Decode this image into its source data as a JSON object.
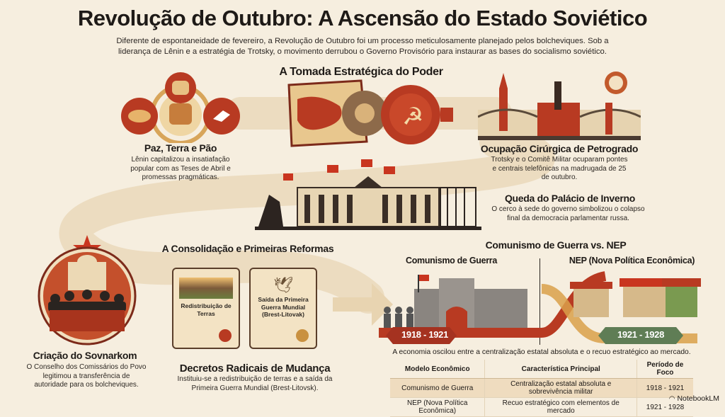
{
  "header": {
    "title": "Revolução de Outubro: A Ascensão do Estado Soviético",
    "subtitle": "Diferente de espontaneidade de fevereiro, a Revolução de Outubro foi um processo meticulosamente planejado pelos bolcheviques. Sob a liderança de Lênin e a estratégia de Trotsky, o movimento derrubou o Governo Provisório para instaurar as bases do socialismo soviético."
  },
  "section1": {
    "heading": "A Tomada Estratégica do Poder",
    "items": [
      {
        "title": "Paz, Terra e Pão",
        "text": "Lênin capitalizou a insatiafação popular com as Teses de Abril e promessas pragmáticas.",
        "icon": "bread-handshake-dove-icon"
      },
      {
        "title": "Ocupação Cirúrgica de Petrogrado",
        "text": "Trotsky e o Comitê Militar ocuparam pontes e centrais telefônicas na madrugada de 25 de outubro.",
        "icon": "city-skyline-icon"
      },
      {
        "title": "Queda do Palácio de Inverno",
        "text": "O cerco à sede do governo simbolizou o colapso final da democracia parlamentar russa.",
        "icon": "palace-icon"
      }
    ]
  },
  "section2": {
    "heading": "A Consolidação e Primeiras Reformas",
    "sovnarkom": {
      "title": "Criação do Sovnarkom",
      "text": "O Conselho dos Comissários do Povo legitimou a transferência de autoridade para os bolcheviques."
    },
    "scrolls": [
      {
        "label": "Redistribuição de Terras"
      },
      {
        "label": "Saída da Primeira Guerra Mundial (Brest-Litovak)"
      }
    ],
    "decrees": {
      "title": "Decretos Radicais de Mudança",
      "text": "Instituiu-se a redistribuição de terras e a saída da Primeira Guerra Mundial (Brest-Litovsk)."
    }
  },
  "section3": {
    "heading": "Comunismo de Guerra vs. NEP",
    "left": {
      "label": "Comunismo de Guerra",
      "period": "1918 - 1921"
    },
    "right": {
      "label": "NEP (Nova Política Econômica)",
      "period": "1921 - 1928"
    },
    "caption": "A economia oscilou entre a centralização estatal absoluta e o recuo estratégico ao mercado.",
    "table": {
      "headers": [
        "Modelo Econômico",
        "Característica Principal",
        "Período de Foco"
      ],
      "rows": [
        [
          "Comunismo de Guerra",
          "Centralização estatal absoluta e sobrevivência militar",
          "1918 - 1921"
        ],
        [
          "NEP (Nova Política Econômica)",
          "Recuo estratégico com elementos de mercado",
          "1921 - 1928"
        ]
      ]
    }
  },
  "footer": {
    "brand": "NotebookLM"
  },
  "colors": {
    "background": "#f6eedf",
    "red": "#b83a22",
    "orange": "#d9832c",
    "green": "#5f7d55",
    "path": "#ead9bd"
  }
}
